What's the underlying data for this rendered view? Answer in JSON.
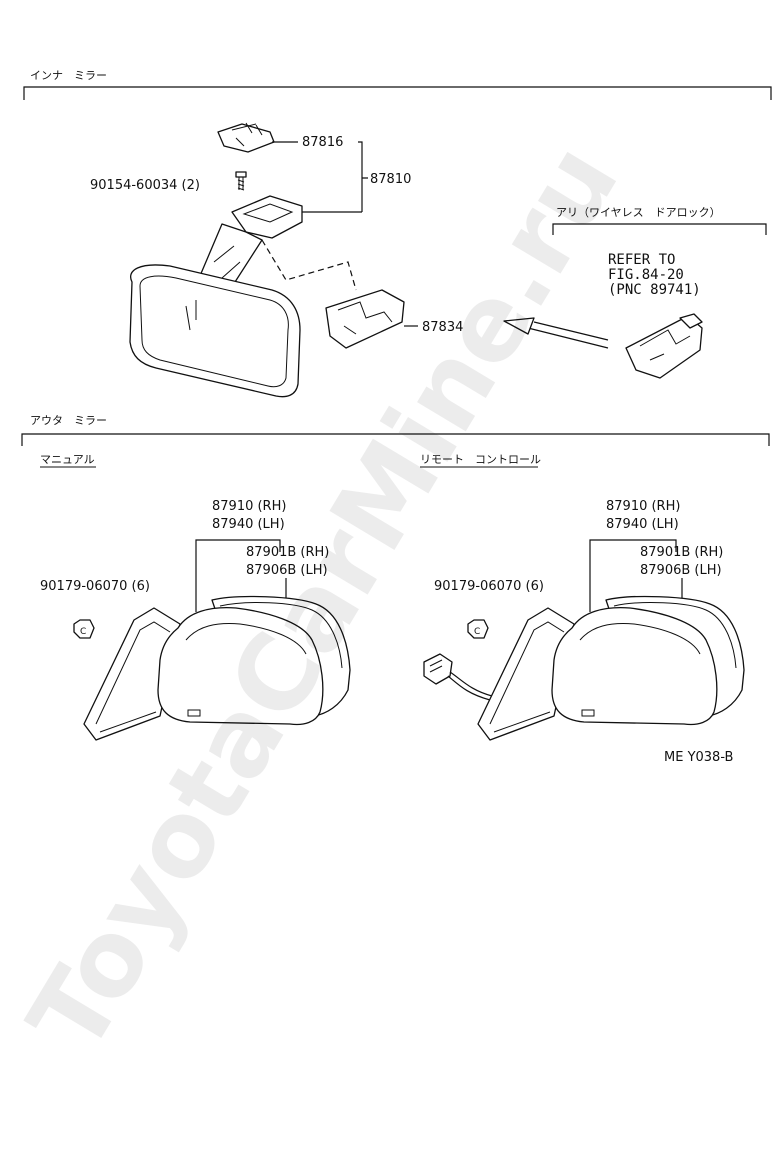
{
  "sections": {
    "inner_mirror": "インナ　ミラー",
    "outer_mirror": "アウタ　ミラー",
    "manual": "マニュアル",
    "remote_control": "リモート　コントロール",
    "wireless_door_lock": "アリ（ワイヤレス　ドアロック）"
  },
  "parts": {
    "p87816": "87816",
    "p87810": "87810",
    "p90154": "90154-60034 (2)",
    "p87834": "87834",
    "manual_rh_910": "87910 (RH)",
    "manual_lh_940": "87940 (LH)",
    "manual_rh_901b": "87901B (RH)",
    "manual_lh_906b": "87906B (LH)",
    "manual_nut": "90179-06070 (6)",
    "remote_rh_910": "87910 (RH)",
    "remote_lh_940": "87940 (LH)",
    "remote_rh_901b": "87901B (RH)",
    "remote_lh_906b": "87906B (LH)",
    "remote_nut": "90179-06070 (6)"
  },
  "refer": {
    "line1": "REFER TO",
    "line2": "FIG.84-20",
    "line3": "(PNC 89741)"
  },
  "figure_code": "ME Y038-B",
  "watermark": "ToyotaCarMine.ru",
  "nut_symbol": "C"
}
